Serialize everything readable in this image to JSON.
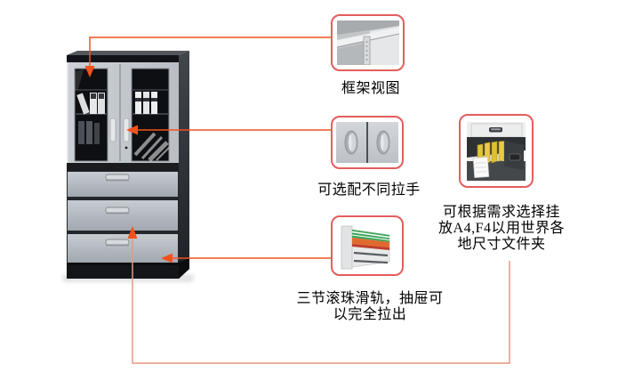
{
  "diagram": {
    "background": "#ffffff",
    "accent_colors": {
      "connector_line": "#f4511e",
      "connector_line_soft": "#e39a82",
      "thumbnail_border": "#e45d5d"
    },
    "callouts": [
      {
        "id": "frame-view",
        "label": "框架视图",
        "image": "cabinet-frame-corner-photo"
      },
      {
        "id": "handle-options",
        "label": "可选配不同拉手",
        "image": "door-handles-photo"
      },
      {
        "id": "drawer-slides",
        "label": "三节滚珠滑轨，抽屉可\n以完全拉出",
        "image": "drawer-slide-rails-photo"
      },
      {
        "id": "hanging-folders",
        "label": "可根据需求选择挂\n放A4,F4以用世界各\n地尺寸文件夹",
        "image": "hanging-folders-drawer-photo"
      }
    ]
  }
}
